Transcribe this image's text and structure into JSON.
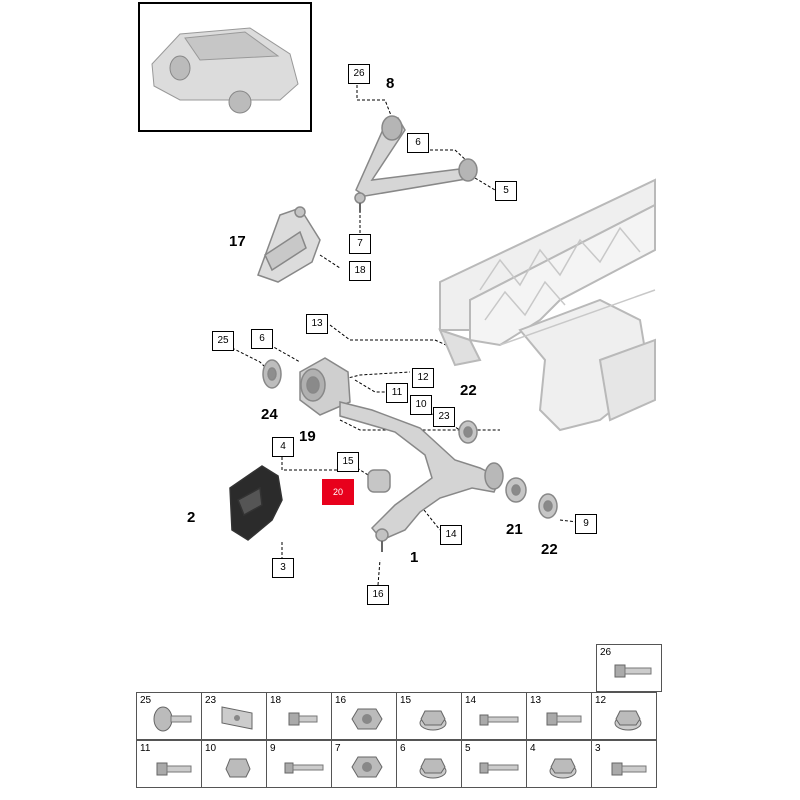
{
  "callouts": [
    {
      "id": "c26",
      "label": "26"
    },
    {
      "id": "c6a",
      "label": "6"
    },
    {
      "id": "c5",
      "label": "5"
    },
    {
      "id": "c7",
      "label": "7"
    },
    {
      "id": "c18",
      "label": "18"
    },
    {
      "id": "c13",
      "label": "13"
    },
    {
      "id": "c25",
      "label": "25"
    },
    {
      "id": "c6b",
      "label": "6"
    },
    {
      "id": "c12",
      "label": "12"
    },
    {
      "id": "c11",
      "label": "11"
    },
    {
      "id": "c10",
      "label": "10"
    },
    {
      "id": "c23",
      "label": "23"
    },
    {
      "id": "c4",
      "label": "4"
    },
    {
      "id": "c15",
      "label": "15"
    },
    {
      "id": "c20",
      "label": "20"
    },
    {
      "id": "c14",
      "label": "14"
    },
    {
      "id": "c9",
      "label": "9"
    },
    {
      "id": "c3",
      "label": "3"
    },
    {
      "id": "c16",
      "label": "16"
    }
  ],
  "bold_labels": [
    {
      "id": "b8",
      "label": "8"
    },
    {
      "id": "b17",
      "label": "17"
    },
    {
      "id": "b22a",
      "label": "22"
    },
    {
      "id": "b24",
      "label": "24"
    },
    {
      "id": "b19",
      "label": "19"
    },
    {
      "id": "b2",
      "label": "2"
    },
    {
      "id": "b1",
      "label": "1"
    },
    {
      "id": "b21",
      "label": "21"
    },
    {
      "id": "b22b",
      "label": "22"
    }
  ],
  "parts_table": {
    "top_row": [
      {
        "num": "26",
        "icon": "bolt-icon"
      }
    ],
    "row1": [
      {
        "num": "25",
        "icon": "eccentric-bolt-icon"
      },
      {
        "num": "23",
        "icon": "plate-icon"
      },
      {
        "num": "18",
        "icon": "bolt-icon"
      },
      {
        "num": "16",
        "icon": "castle-nut-icon"
      },
      {
        "num": "15",
        "icon": "flange-nut-icon"
      },
      {
        "num": "14",
        "icon": "long-bolt-icon"
      },
      {
        "num": "13",
        "icon": "bolt-icon"
      },
      {
        "num": "12",
        "icon": "flange-nut-icon"
      }
    ],
    "row2": [
      {
        "num": "11",
        "icon": "bolt-icon"
      },
      {
        "num": "10",
        "icon": "nut-icon"
      },
      {
        "num": "9",
        "icon": "long-bolt-icon"
      },
      {
        "num": "7",
        "icon": "castle-nut-icon"
      },
      {
        "num": "6",
        "icon": "flange-nut-icon"
      },
      {
        "num": "5",
        "icon": "long-bolt-icon"
      },
      {
        "num": "4",
        "icon": "flange-nut-icon"
      },
      {
        "num": "3",
        "icon": "bolt-icon"
      }
    ]
  },
  "highlight_color": "#e8001c"
}
